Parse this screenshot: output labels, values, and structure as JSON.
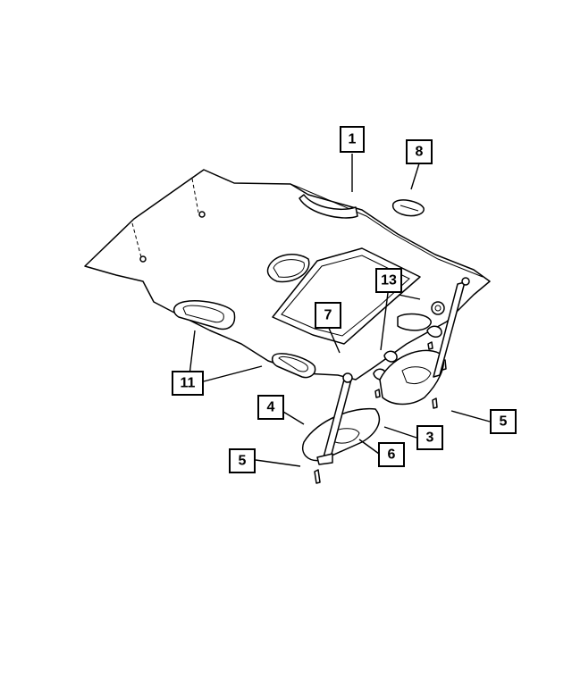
{
  "callouts": {
    "c1": "1",
    "c3": "3",
    "c4": "4",
    "c5a": "5",
    "c5b": "5",
    "c6": "6",
    "c7": "7",
    "c8": "8",
    "c11": "11",
    "c13": "13"
  }
}
